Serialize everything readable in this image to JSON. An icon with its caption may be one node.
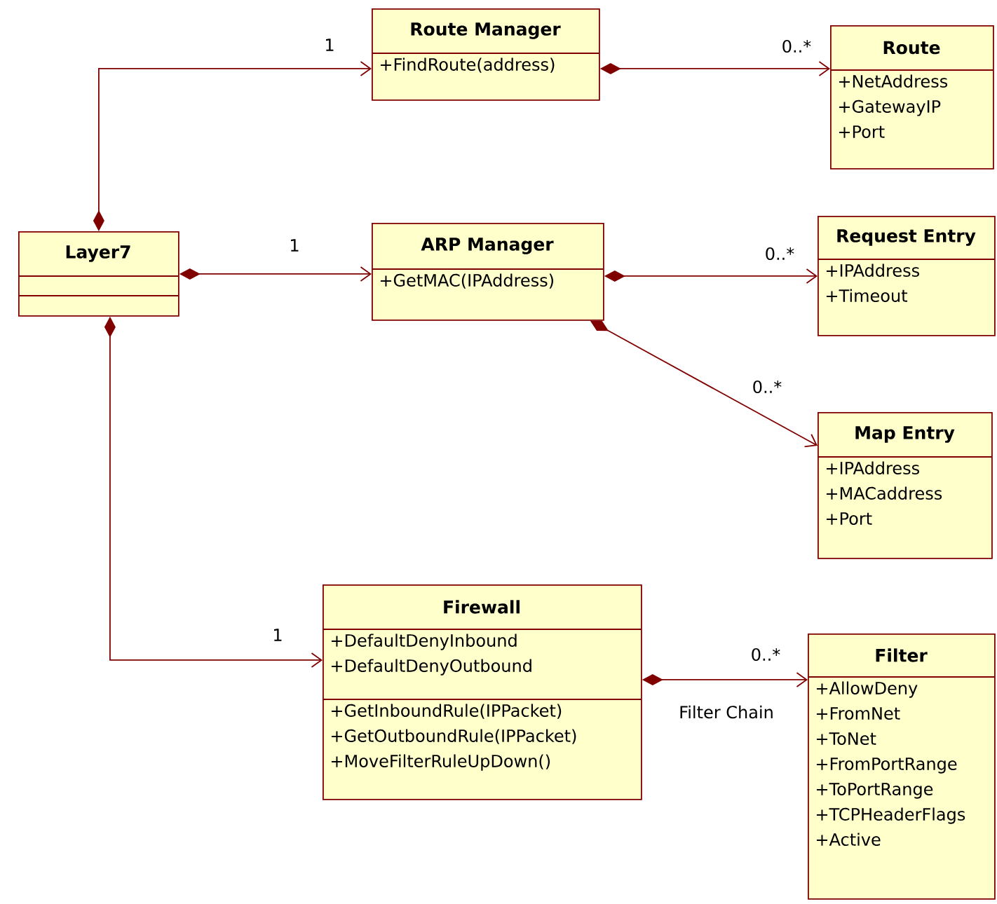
{
  "diagram": {
    "nodes": [
      {
        "text": [
          "Layer7"
        ]
      },
      {
        "text": [
          "Route Manager",
          "+FindRoute(address)"
        ]
      },
      {
        "text": [
          "Route",
          "+NetAddress +GatewayIP +Port"
        ]
      },
      {
        "text": [
          "ARP Manager",
          "+GetMAC(IPAddress)"
        ]
      },
      {
        "text": [
          "Request Entry",
          "+IPAddress +Timeout"
        ]
      },
      {
        "text": [
          "Map Entry",
          "+IPAddress +MACaddress +Port"
        ]
      },
      {
        "text": [
          "Firewall",
          "+DefaultDenyInbound +DefaultDenyOutbound",
          "+GetInboundRule(IPPacket) +GetOutboundRule(IPPacket) +MoveFilterRuleUpDown()"
        ]
      },
      {
        "text": [
          "Filter",
          "+AllowDeny +FromNet +ToNet +FromPortRange +ToPortRange +TCPHeaderFlags +Active"
        ]
      }
    ],
    "edges": [
      {
        "from": 0,
        "to": 1,
        "arrow": "to"
      },
      {
        "from": 1,
        "to": 2,
        "arrow": "to"
      },
      {
        "from": 0,
        "to": 3,
        "arrow": "to"
      },
      {
        "from": 3,
        "to": 4,
        "arrow": "to"
      },
      {
        "from": 3,
        "to": 5,
        "arrow": "to"
      },
      {
        "from": 0,
        "to": 6,
        "arrow": "to"
      },
      {
        "from": 6,
        "to": 7,
        "arrow": "to",
        "label": "Filter Chain"
      }
    ],
    "labels": [
      "1",
      "0..*",
      "1",
      "0..*",
      "0..*",
      "1",
      "0..*"
    ]
  }
}
